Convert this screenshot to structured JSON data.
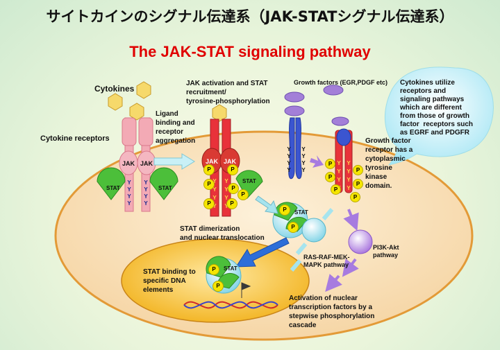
{
  "title_jp": "サイトカインのシグナル伝達系（JAK-STATシグナル伝達系）",
  "title_en": "The JAK-STAT signaling pathway",
  "labels": {
    "cytokines": "Cytokines",
    "cytokine_receptors": "Cytokine receptors",
    "ligand_binding": "Ligand\nbinding and\nreceptor\naggregation",
    "jak_activation": "JAK activation and STAT\nrecruitment/\ntyrosine-phosphorylation",
    "growth_factors": "Growth factors (EGR,PDGF etc)",
    "gf_receptor": "Growth factor\nreceptor has a\ncytoplasmic\ntyrosine\nkinase\ndomain.",
    "bubble": "Cytokines utilize\nreceptors and\nsignaling pathways\nwhich are different\nfrom those of growth\nfactor  receptors such\nas EGRF and PDGFR",
    "stat_dimerization": "STAT dimerization\nand nuclear translocation",
    "stat_binding": "STAT binding to\nspecific DNA\nelements",
    "ras_pathway": "RAS-RAF-MEK-\nMAPK pathway",
    "pi3k_pathway": "PI3K-Akt\npathway",
    "activation": "Activation of nuclear\ntranscription factors by a\nstepwise phosphorylation\ncascade"
  },
  "marks": {
    "jak": "JAK",
    "stat": "STAT",
    "p": "P",
    "y": "Y"
  },
  "colors": {
    "title_en": "#e00000",
    "cell_fill": "#f9deb5",
    "cell_border": "#e39a37",
    "nucleus_fill": "#f6bb2f",
    "receptor_pink": "#f3aab5",
    "receptor_red": "#e8323a",
    "jak_pink": "#f4b7c1",
    "jak_red": "#d93a33",
    "stat_green": "#4cbf3a",
    "phospho_yellow": "#f5e500",
    "gf_blue": "#3b55d0",
    "gf_ligand": "#a37fd8",
    "hexagon": "#f6d96b",
    "arrow_cyan": "#a6e4ee",
    "arrow_purple": "#a77be0",
    "dna_red": "#d02a2a",
    "dna_blue": "#3a44c8"
  }
}
